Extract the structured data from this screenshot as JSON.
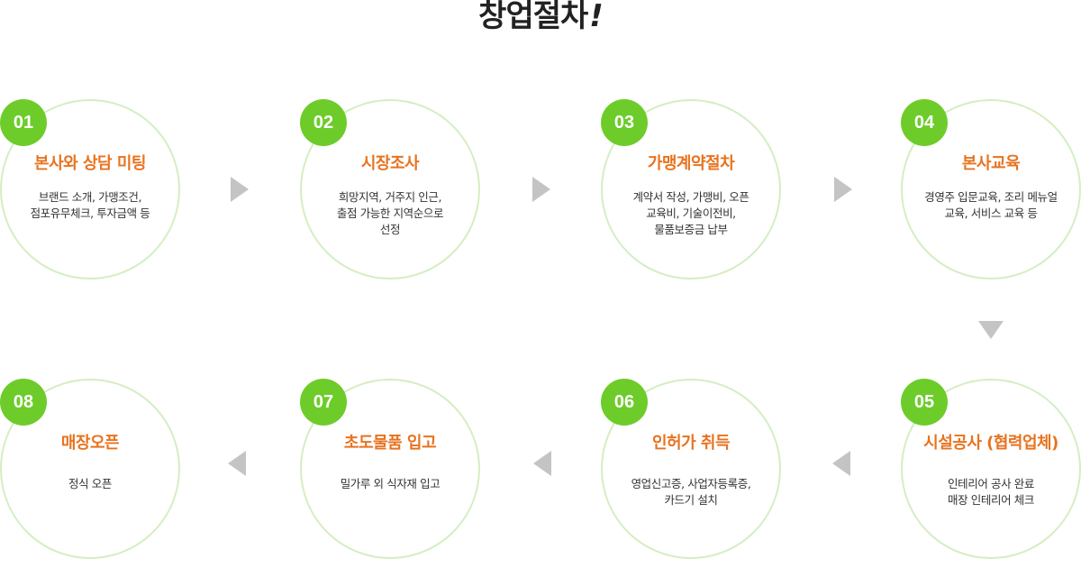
{
  "title": {
    "text": "창업절차",
    "suffix": "!"
  },
  "steps": [
    {
      "num": "01",
      "title": "본사와 상담 미팅",
      "desc": "브랜드 소개, 가맹조건,\n점포유무체크, 투자금액 등"
    },
    {
      "num": "02",
      "title": "시장조사",
      "desc": "희망지역, 거주지 인근,\n출점 가능한 지역순으로\n선정"
    },
    {
      "num": "03",
      "title": "가맹계약절차",
      "desc": "계약서 작성, 가맹비, 오픈\n교육비, 기술이전비,\n물품보증금 납부"
    },
    {
      "num": "04",
      "title": "본사교육",
      "desc": "경영주 입문교육, 조리 메뉴얼\n교육, 서비스 교육 등"
    },
    {
      "num": "05",
      "title": "시설공사 (협력업체)",
      "desc": "인테리어 공사 완료\n매장 인테리어 체크"
    },
    {
      "num": "06",
      "title": "인허가 취득",
      "desc": "영업신고증, 사업자등록증,\n카드기 설치"
    },
    {
      "num": "07",
      "title": "초도물품 입고",
      "desc": "밀가루 외 식자재 입고"
    },
    {
      "num": "08",
      "title": "매장오픈",
      "desc": "정식 오픈"
    }
  ],
  "colors": {
    "accent_green": "#6dcc2a",
    "circle_border": "#d4eec2",
    "title_orange": "#e8731f",
    "arrow_gray": "#c4c4c4",
    "heading_dark": "#222222"
  },
  "icons": {
    "arrow_right": "triangle-right-icon",
    "arrow_left": "triangle-left-icon",
    "arrow_down": "triangle-down-icon"
  }
}
